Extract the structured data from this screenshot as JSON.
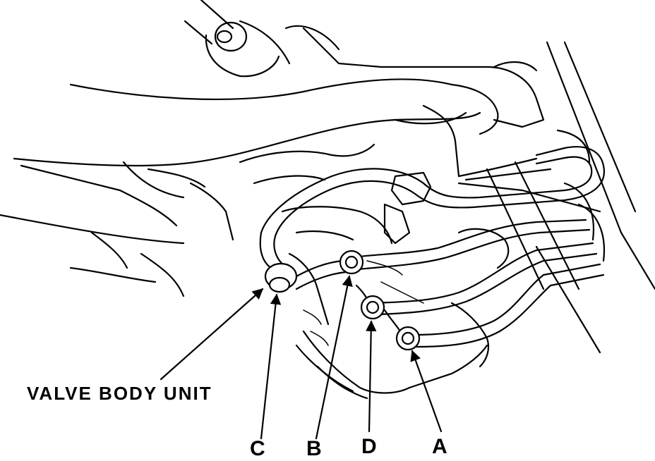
{
  "labels": {
    "valve_body_unit": "VALVE BODY UNIT",
    "c": "C",
    "b": "B",
    "d": "D",
    "a": "A"
  }
}
